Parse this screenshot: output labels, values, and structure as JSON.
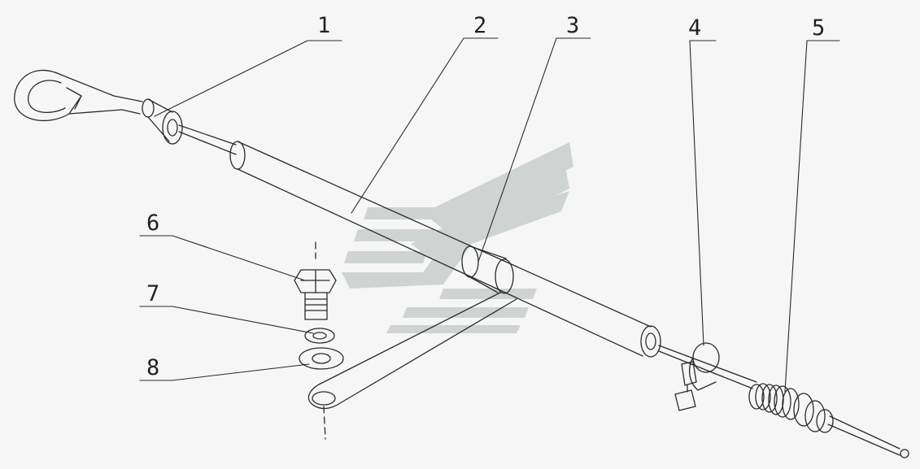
{
  "callouts": [
    {
      "id": "1",
      "label": "1"
    },
    {
      "id": "2",
      "label": "2"
    },
    {
      "id": "3",
      "label": "3"
    },
    {
      "id": "4",
      "label": "4"
    },
    {
      "id": "5",
      "label": "5"
    },
    {
      "id": "6",
      "label": "6"
    },
    {
      "id": "7",
      "label": "7"
    },
    {
      "id": "8",
      "label": "8"
    }
  ],
  "colors": {
    "line": "#2a2a2a",
    "background": "#f6f6f6",
    "watermark": "#c9cfcc"
  }
}
